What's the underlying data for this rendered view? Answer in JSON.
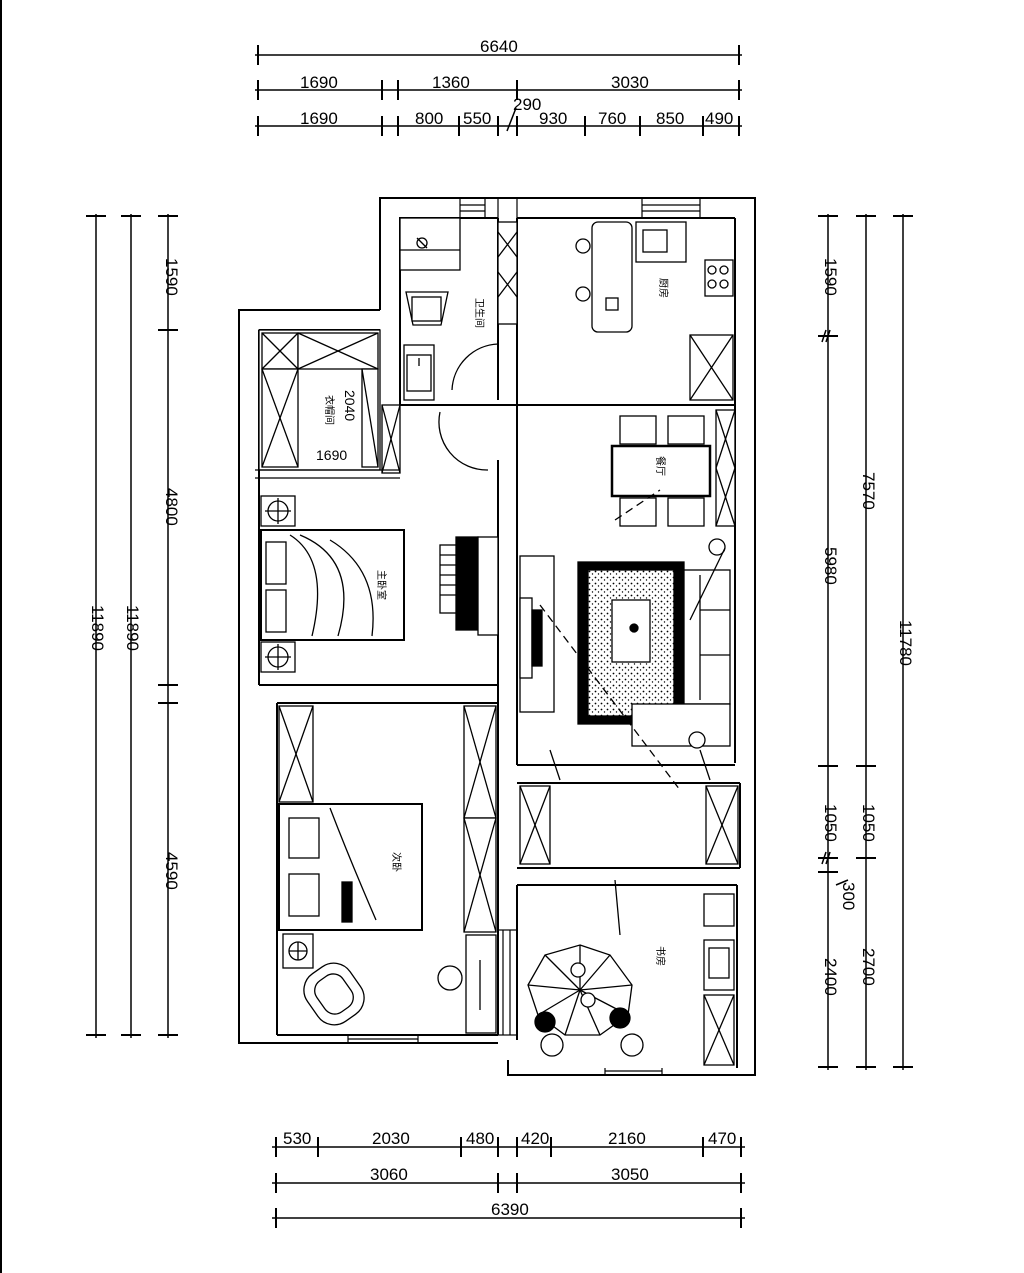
{
  "dimensions": {
    "top": {
      "row1": [
        "6640"
      ],
      "row2": [
        "1690",
        "1360",
        "3030"
      ],
      "row3": [
        "1690",
        "800",
        "550",
        "290",
        "930",
        "760",
        "850",
        "490"
      ]
    },
    "bottom": {
      "row1": [
        "530",
        "2030",
        "480",
        "420",
        "2160",
        "470"
      ],
      "row2": [
        "3060",
        "3050"
      ],
      "row3": [
        "6390"
      ]
    },
    "left": {
      "outer": "11890",
      "middle": "11890",
      "segments": [
        "1590",
        "4800",
        "4590"
      ]
    },
    "right": {
      "inner_segments": [
        "1590",
        "5980",
        "1050",
        "300",
        "2400"
      ],
      "middle_segments": [
        "7570",
        "1050",
        "2700"
      ],
      "outer": "11780"
    },
    "interior": {
      "closet_width": "1690",
      "closet_depth": "2040"
    }
  },
  "rooms": {
    "bathroom": "卫生间",
    "kitchen": "厨房",
    "cloakroom": "衣帽间",
    "master_bedroom": "主卧室",
    "dining": "餐厅",
    "bedroom": "次卧",
    "study": "书房"
  },
  "colors": {
    "line": "#000000",
    "paper": "#ffffff"
  }
}
